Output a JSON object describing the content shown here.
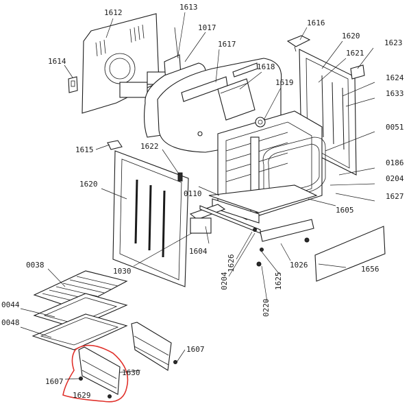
{
  "diagram": {
    "highlight_color": "#e0302a",
    "line_color": "#1a1a1a",
    "labels": {
      "l1612": "1612",
      "l1613": "1613",
      "l1017": "1017",
      "l1617": "1617",
      "l1614": "1614",
      "l1618": "1618",
      "l1619": "1619",
      "l1616": "1616",
      "l1620a": "1620",
      "l1621": "1621",
      "l1623": "1623",
      "l1624": "1624",
      "l1633": "1633",
      "l0051": "0051",
      "l0186": "0186",
      "l0204a": "0204",
      "l1627": "1627",
      "l1605": "1605",
      "l1615": "1615",
      "l1622": "1622",
      "l1620b": "1620",
      "l0110": "0110",
      "l1604": "1604",
      "l1030": "1030",
      "l1626": "1626",
      "l0204b": "0204",
      "l1625": "1625",
      "l1026": "1026",
      "l1656": "1656",
      "l0220": "0220",
      "l0038": "0038",
      "l0044": "0044",
      "l0048": "0048",
      "l1607a": "1607",
      "l1607b": "1607",
      "l1630": "1630",
      "l1629": "1629"
    }
  }
}
